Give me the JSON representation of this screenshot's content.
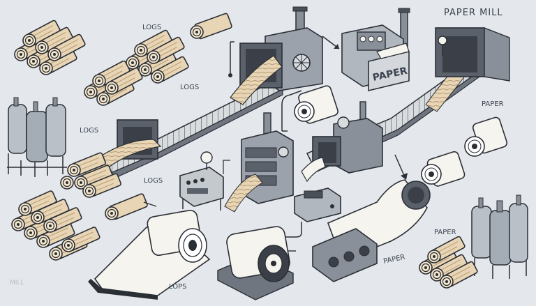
{
  "title": "PAPER MILL",
  "labels": {
    "logs_top": "LOGS",
    "logs_mid": "LOGS",
    "logs_left": "LOGS",
    "logs_center": "LOGS",
    "paper_sign": "PAPER",
    "paper_right": "PAPER",
    "paper_bottom_right": "PAPER",
    "paper_conveyor": "PAPER",
    "lops_bottom": "LOPS",
    "mill_faint": "MILL"
  },
  "colors": {
    "background": "#e4e8ec",
    "wood": "#e8d5b5",
    "wood_dark": "#c9b08a",
    "machine": "#8a9099",
    "machine_dark": "#4a5058",
    "paper": "#f6f4ee",
    "ink": "#2a2e35"
  }
}
